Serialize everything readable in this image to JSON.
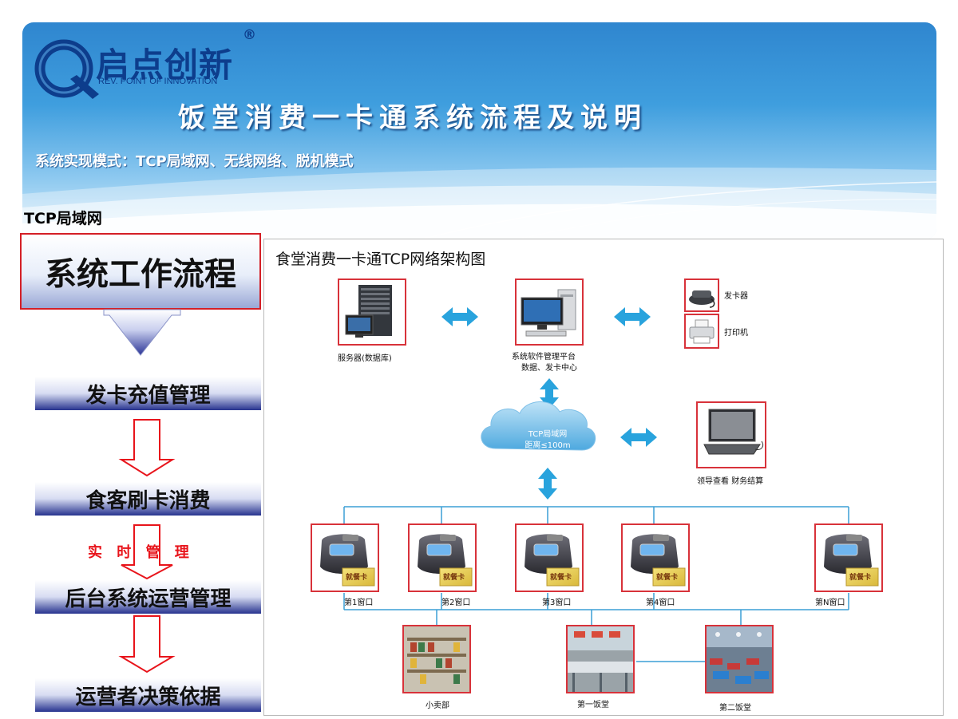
{
  "header": {
    "brand_name": "启点创新",
    "brand_sub": "REV. POINT OF INNOVATION",
    "registered": "®",
    "title": "饭堂消费一卡通系统流程及说明",
    "subtitle": "系统实现模式：TCP局域网、无线网络、脱机模式"
  },
  "section_label": "TCP局域网",
  "flow": {
    "title": "系统工作流程",
    "steps": [
      "发卡充值管理",
      "食客刷卡消费",
      "后台系统运营管理",
      "运营者决策依据"
    ],
    "realtime_label": "实 时 管 理"
  },
  "diagram": {
    "title": "食堂消费一卡通TCP网络架构图",
    "server_label": "服务器(数据库)",
    "platform_label_1": "系统软件管理平台",
    "platform_label_2": "数据、发卡中心",
    "card_issuer_label": "发卡器",
    "printer_label": "打印机",
    "cloud_label_1": "TCP局域网",
    "cloud_label_2": "距离≤100m",
    "laptop_label": "领导查看 财务结算",
    "card_text": "就餐卡",
    "windows": [
      "第1窗口",
      "第2窗口",
      "第3窗口",
      "第4窗口",
      "第N窗口"
    ],
    "venues": [
      "小卖部",
      "第一饭堂",
      "第二饭堂"
    ]
  },
  "colors": {
    "brand": "#0d3d8c",
    "accent_red": "#d41f26",
    "arrow_blue": "#29a3dd",
    "line_blue": "#3b9fd6"
  }
}
